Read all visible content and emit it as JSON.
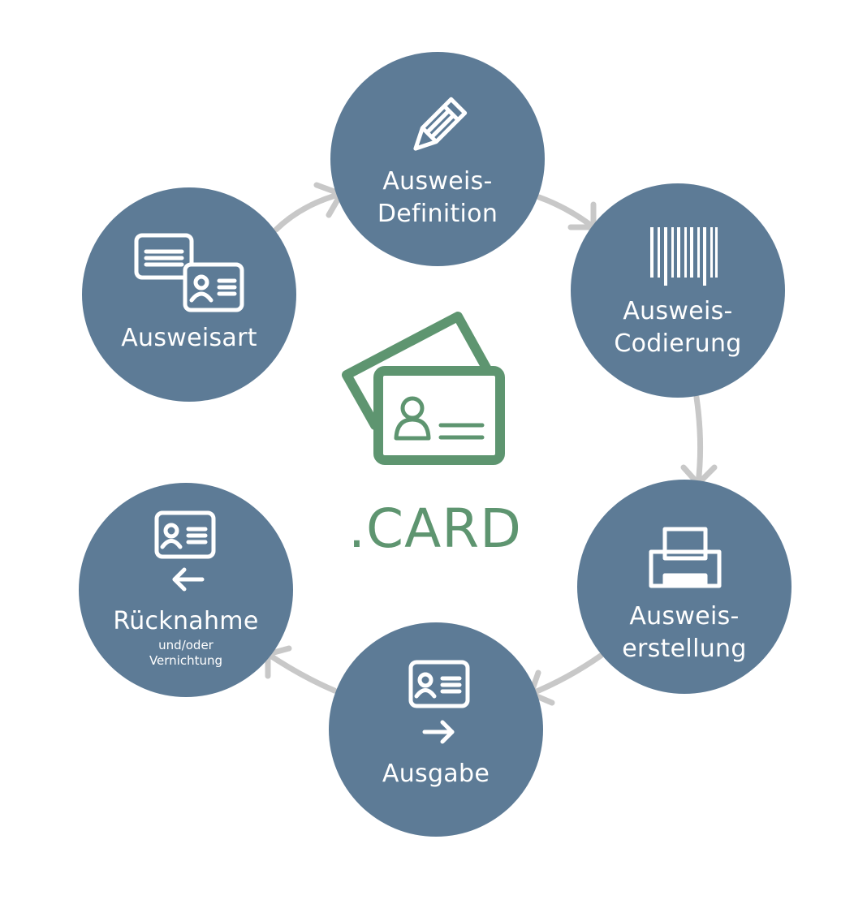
{
  "center": {
    "brand": ".CARD",
    "icon": "id-cards-icon"
  },
  "steps": [
    {
      "line1": "Ausweis-",
      "line2": "Definition",
      "icon": "pencil-icon"
    },
    {
      "line1": "Ausweis-",
      "line2": "Codierung",
      "icon": "barcode-icon"
    },
    {
      "line1": "Ausweis-",
      "line2": "erstellung",
      "icon": "printer-icon"
    },
    {
      "line1": "Ausgabe",
      "icon": "id-card-issue-icon"
    },
    {
      "line1": "Rücknahme",
      "sub1": "und/oder",
      "sub2": "Vernichtung",
      "icon": "id-card-return-icon"
    },
    {
      "line1": "Ausweisart",
      "icon": "id-card-types-icon"
    }
  ],
  "colors": {
    "circle": "#5d7b96",
    "arrow": "#c8c8c8",
    "brand": "#5e9570",
    "icon": "#ffffff"
  }
}
